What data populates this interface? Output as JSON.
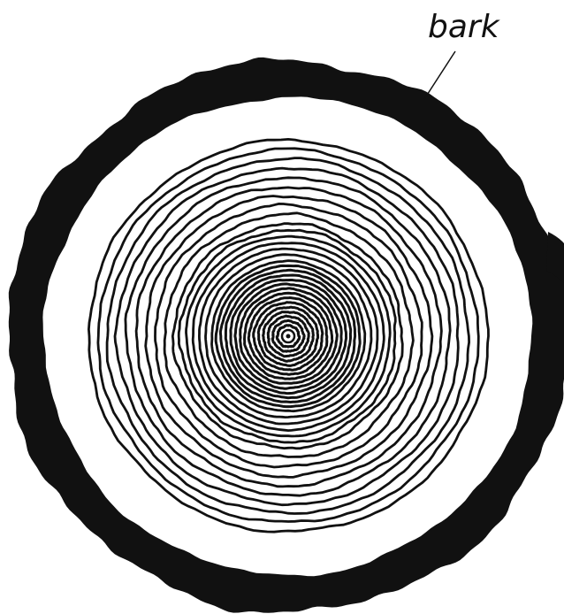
{
  "diagram": {
    "labels": [
      {
        "id": "bark",
        "text": "bark"
      }
    ],
    "parts": [
      {
        "id": "bark",
        "name": "bark",
        "color": "#111111"
      },
      {
        "id": "wood",
        "name": "wood",
        "color": "#ffffff"
      },
      {
        "id": "growth-rings",
        "name": "growth rings",
        "count": 30,
        "color": "#111111"
      },
      {
        "id": "pith",
        "name": "pith",
        "color": "#111111"
      }
    ]
  }
}
